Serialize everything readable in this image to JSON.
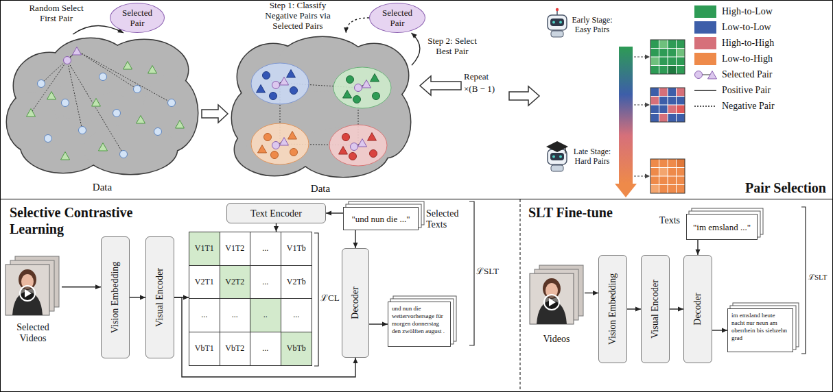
{
  "diagram": {
    "nodes": [
      {
        "text": [
          "Pair Selection"
        ]
      },
      {
        "text": [
          "Data"
        ],
        "in": 0
      },
      {
        "text": [
          "Selected Pair"
        ],
        "in": 0
      },
      {
        "text": [
          "Data"
        ],
        "in": 0
      },
      {
        "text": [
          "Selected Pair"
        ],
        "in": 0
      },
      {
        "text": [
          "Selective Contrastive Learning"
        ]
      },
      {
        "text": [
          "Selected Videos"
        ],
        "in": 5
      },
      {
        "text": [
          "Vision Embedding"
        ],
        "in": 5
      },
      {
        "text": [
          "Visual Encoder"
        ],
        "in": 5
      },
      {
        "text": [
          "Text Encoder"
        ],
        "in": 5
      },
      {
        "text": [
          "\"und nun die ...\"",
          "Selected Texts"
        ],
        "in": 5
      },
      {
        "text": [
          "V1T1",
          "V1T2",
          "...",
          "V1Tb",
          "V2T1",
          "V2T2",
          "...",
          "V2Tb",
          "...",
          "...",
          "..",
          "...",
          "VbT1",
          "VbT2",
          "...",
          "VbTb"
        ],
        "in": 5
      },
      {
        "text": [
          "Decoder"
        ],
        "in": 5
      },
      {
        "text": [
          "und nun die wettervorhersage für morgen donnerstag den zwölften august ."
        ],
        "in": 5
      },
      {
        "text": [
          "SLT Fine-tune"
        ]
      },
      {
        "text": [
          "\"im emsland ...\"",
          "Texts"
        ],
        "in": 14
      },
      {
        "text": [
          "Videos"
        ],
        "in": 14
      },
      {
        "text": [
          "Vision Embedding"
        ],
        "in": 14
      },
      {
        "text": [
          "Visual Encoder"
        ],
        "in": 14
      },
      {
        "text": [
          "Decoder"
        ],
        "in": 14
      },
      {
        "text": [
          "im emsland heute nacht nur neun am oberrhein bis siebzehn grad"
        ],
        "in": 14
      }
    ],
    "edges": [
      {
        "from": 1,
        "to": 2,
        "arrow": "to"
      },
      {
        "from": 3,
        "to": 4,
        "arrow": "to"
      },
      {
        "from": 4,
        "to": 3,
        "arrow": "to"
      },
      {
        "from": 1,
        "to": 3,
        "arrow": "to"
      },
      {
        "from": 6,
        "to": 7,
        "arrow": "to"
      },
      {
        "from": 7,
        "to": 8,
        "arrow": "to"
      },
      {
        "from": 8,
        "to": 11,
        "arrow": "to"
      },
      {
        "from": 8,
        "to": 12,
        "arrow": "to"
      },
      {
        "from": 9,
        "to": 11,
        "arrow": "to"
      },
      {
        "from": 10,
        "to": 9,
        "arrow": "to"
      },
      {
        "from": 10,
        "to": 12,
        "arrow": "to"
      },
      {
        "from": 12,
        "to": 13,
        "arrow": "to"
      },
      {
        "from": 16,
        "to": 17,
        "arrow": "to"
      },
      {
        "from": 17,
        "to": 18,
        "arrow": "to"
      },
      {
        "from": 18,
        "to": 19,
        "arrow": "to"
      },
      {
        "from": 15,
        "to": 19,
        "arrow": "to"
      },
      {
        "from": 19,
        "to": 20,
        "arrow": "to"
      }
    ],
    "labels": [
      "Random Select First Pair",
      "Step 1: Classify Negative Pairs via Selected Pairs",
      "Step 2: Select Best Pair",
      "Repeat",
      "×(B − 1)",
      "Early Stage: Easy Pairs",
      "Late Stage: Hard Pairs",
      "ℒCL",
      "ℒSLT",
      "ℒSLT"
    ],
    "legend": [
      {
        "text": "High-to-Low",
        "color": "#2e9b55"
      },
      {
        "text": "Low-to-Low",
        "color": "#3d5ea9"
      },
      {
        "text": "High-to-High",
        "color": "#d6707a"
      },
      {
        "text": "Low-to-High",
        "color": "#ee8a4a"
      },
      {
        "text": "Selected Pair"
      },
      {
        "text": "Positive Pair"
      },
      {
        "text": "Negative Pair"
      }
    ]
  }
}
